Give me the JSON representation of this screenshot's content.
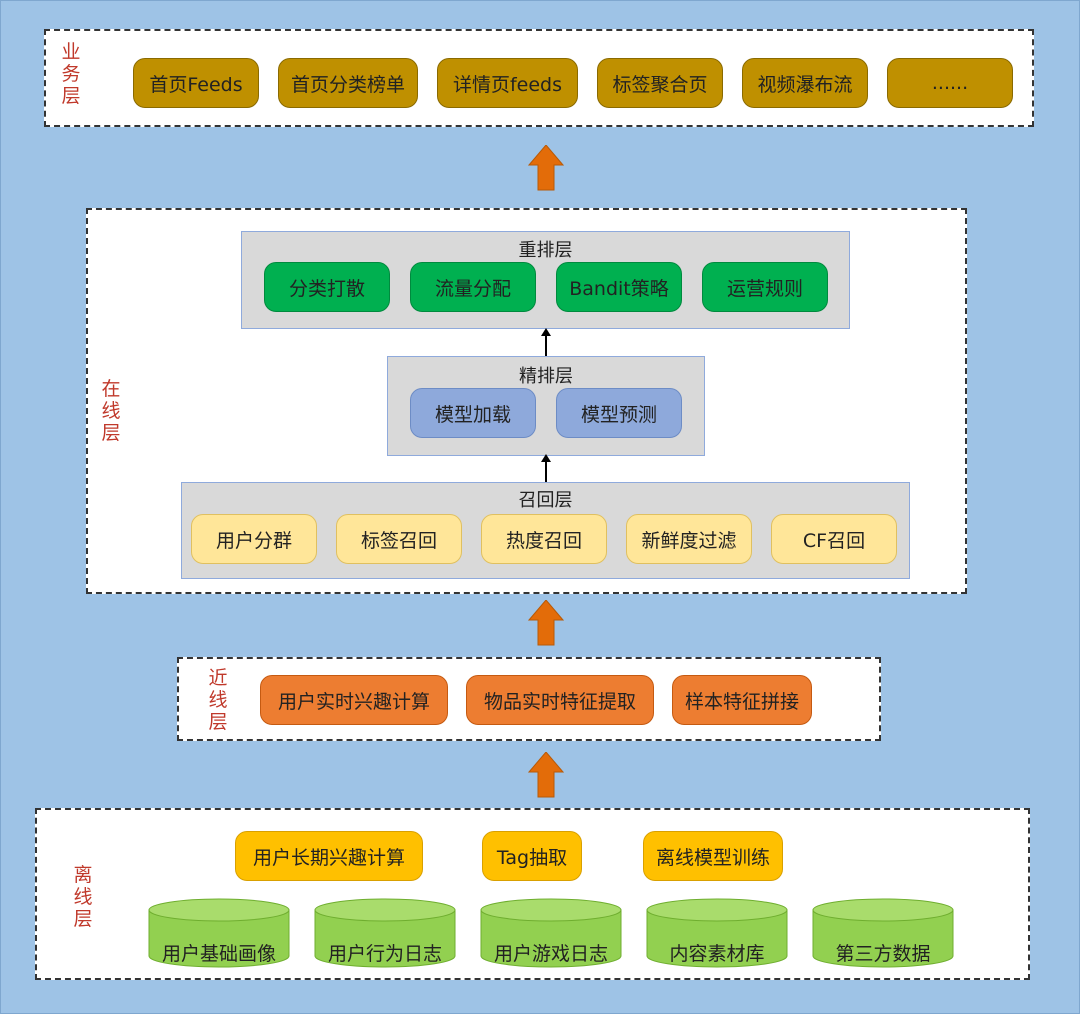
{
  "business": {
    "label": [
      "业",
      "务",
      "层"
    ],
    "items": [
      "首页Feeds",
      "首页分类榜单",
      "详情页feeds",
      "标签聚合页",
      "视频瀑布流",
      "......"
    ]
  },
  "online": {
    "label": [
      "在",
      "线",
      "层"
    ],
    "rerank": {
      "title": "重排层",
      "items": [
        "分类打散",
        "流量分配",
        "Bandit策略",
        "运营规则"
      ]
    },
    "fine": {
      "title": "精排层",
      "items": [
        "模型加载",
        "模型预测"
      ]
    },
    "recall": {
      "title": "召回层",
      "items": [
        "用户分群",
        "标签召回",
        "热度召回",
        "新鲜度过滤",
        "CF召回"
      ]
    }
  },
  "nearline": {
    "label": [
      "近",
      "线",
      "层"
    ],
    "items": [
      "用户实时兴趣计算",
      "物品实时特征提取",
      "样本特征拼接"
    ]
  },
  "offline": {
    "label": [
      "离",
      "线",
      "层"
    ],
    "tasks": [
      "用户长期兴趣计算",
      "Tag抽取",
      "离线模型训练"
    ],
    "stores": [
      "用户基础画像",
      "用户行为日志",
      "用户游戏日志",
      "内容素材库",
      "第三方数据"
    ]
  },
  "colors": {
    "background": "#9ec3e6",
    "business": "#bf9000",
    "rerank": "#00b050",
    "fine": "#8ea9db",
    "recall": "#ffe699",
    "nearline": "#ed7d31",
    "offline": "#ffc000",
    "database": "#92d050",
    "arrow": "#e36c09",
    "label": "#c0392b"
  }
}
